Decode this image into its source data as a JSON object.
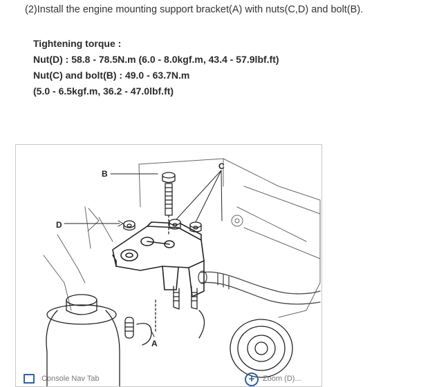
{
  "step": {
    "instruction": "(2)Install the engine mounting support bracket(A) with nuts(C,D) and bolt(B)."
  },
  "torque": {
    "heading": "Tightening torque :",
    "lines": [
      "Nut(D) : 58.8 - 78.5N.m (6.0 - 8.0kgf.m, 43.4 - 57.9lbf.ft)",
      "Nut(C) and bolt(B) : 49.0 - 63.7N.m",
      "(5.0 - 6.5kgf.m, 36.2 - 47.0lbf.ft)"
    ]
  },
  "figure": {
    "labels": {
      "a": "A",
      "b": "B",
      "c": "C",
      "d": "D"
    }
  },
  "bottom_bar": {
    "left_label": "Console Nav Tab",
    "right_label": "Zoom (D)..."
  },
  "colors": {
    "accent": "#2d5fa8",
    "line": "#222222"
  }
}
